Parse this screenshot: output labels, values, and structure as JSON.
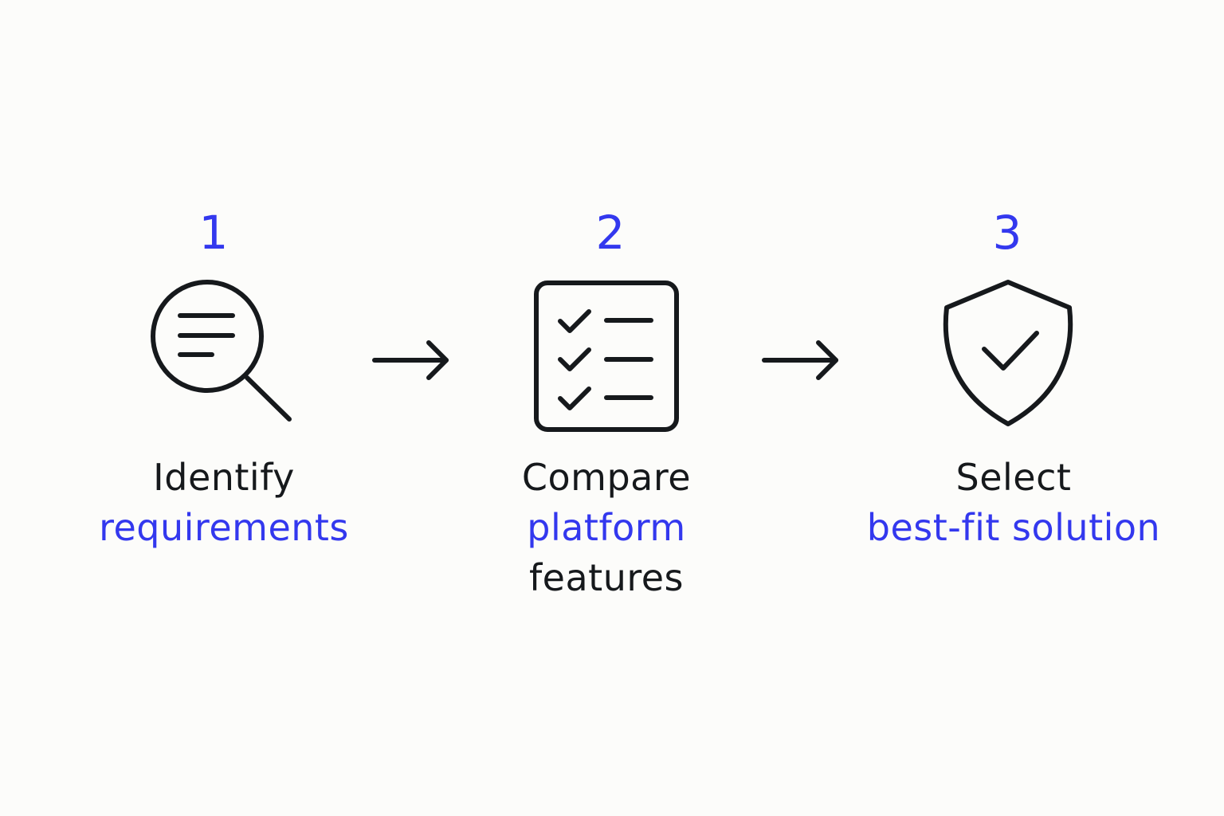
{
  "colors": {
    "accent": "#3338ee",
    "text": "#16191c",
    "icon_stroke": "#16191c",
    "background": "#fcfcfa"
  },
  "steps": [
    {
      "number": "1",
      "icon": "magnifier-document-icon",
      "label_line1": "Identify",
      "label_line2": "requirements"
    },
    {
      "number": "2",
      "icon": "checklist-icon",
      "label_line1": "Compare",
      "label_line2": "platform",
      "label_line3": "features"
    },
    {
      "number": "3",
      "icon": "shield-check-icon",
      "label_line1": "Select",
      "label_line2": "best-fit solution"
    }
  ],
  "connectors": [
    "arrow-right-icon",
    "arrow-right-icon"
  ]
}
